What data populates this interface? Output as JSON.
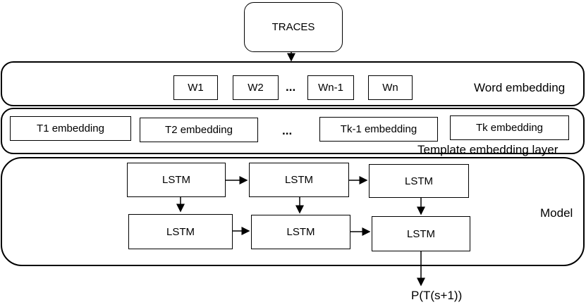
{
  "traces": {
    "label": "TRACES"
  },
  "word_layer": {
    "label": "Word embedding",
    "items": [
      "W1",
      "W2",
      "...",
      "Wn-1",
      "Wn"
    ]
  },
  "template_layer": {
    "label": "Template embedding layer",
    "items": [
      "T1 embedding",
      "T2 embedding",
      "...",
      "Tk-1 embedding",
      "Tk embedding"
    ]
  },
  "model_layer": {
    "label": "Model",
    "top_row": [
      "LSTM",
      "LSTM",
      "LSTM"
    ],
    "bottom_row": [
      "LSTM",
      "LSTM",
      "LSTM"
    ]
  },
  "output": {
    "label": "P(T(s+1))"
  }
}
